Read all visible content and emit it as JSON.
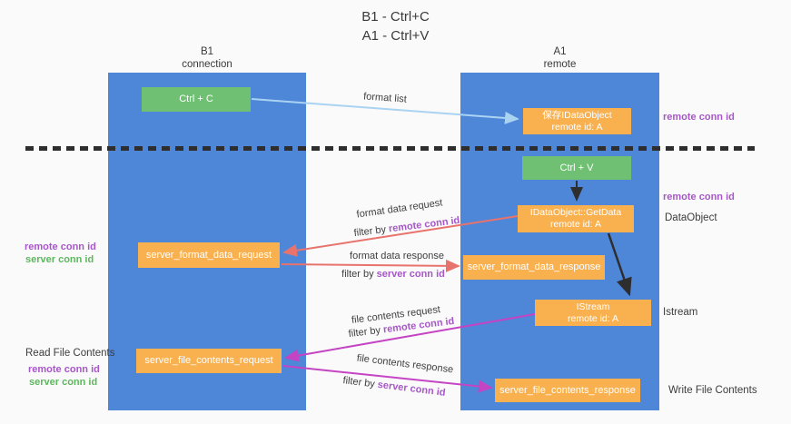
{
  "title": [
    "B1 - Ctrl+C",
    "A1 - Ctrl+V"
  ],
  "columns": {
    "left": {
      "header": [
        "B1",
        "connection"
      ]
    },
    "right": {
      "header": [
        "A1",
        "remote"
      ]
    }
  },
  "nodes": {
    "ctrl_c": {
      "label": "Ctrl + C"
    },
    "save_idataobject": {
      "line1": "保存IDataObject",
      "line2": "remote id: A"
    },
    "ctrl_v": {
      "label": "Ctrl + V"
    },
    "getdata": {
      "line1": "IDataObject::GetData",
      "line2": "remote id: A"
    },
    "server_format_data_request": {
      "label": "server_format_data_request"
    },
    "server_format_data_response": {
      "label": "server_format_data_response"
    },
    "istream": {
      "line1": "IStream",
      "line2": "remote id: A"
    },
    "server_file_contents_request": {
      "label": "server_file_contents_request"
    },
    "server_file_contents_response": {
      "label": "server_file_contents_response"
    }
  },
  "labels": {
    "format_list": "format list",
    "format_data_request": "format data request",
    "format_data_response": "format data response",
    "file_contents_request": "file contents request",
    "file_contents_response": "file contents response",
    "filter_by": "filter by ",
    "remote_conn_id": "remote conn id",
    "server_conn_id": "server conn id",
    "dataobject": "DataObject",
    "istream": "Istream",
    "read_file_contents": "Read File Contents",
    "write_file_contents": "Write File Contents"
  },
  "colors": {
    "column_blue": "#4e86d8",
    "box_orange": "#f9b04e",
    "box_green": "#6fc072",
    "purple_text": "#a757c8",
    "green_text": "#5cb85c",
    "arrow_salmon": "#e8736c",
    "arrow_magenta": "#c444c4",
    "arrow_lightblue": "#aad3f2",
    "arrow_black": "#2e2e2e",
    "background": "#fafafa"
  }
}
